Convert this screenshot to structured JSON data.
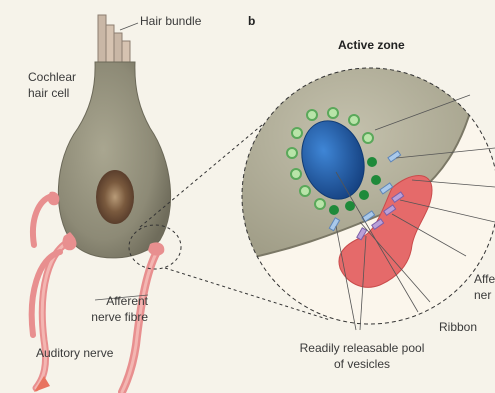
{
  "panel": {
    "letter": "b"
  },
  "labels": {
    "hair_bundle": "Hair bundle",
    "cochlear_hair_cell_line1": "Cochlear",
    "cochlear_hair_cell_line2": "hair cell",
    "active_zone": "Active zone",
    "afferent_nerve_fibre_line1": "Afferent",
    "afferent_nerve_fibre_line2": "nerve fibre",
    "auditory_nerve": "Auditory nerve",
    "ribbon": "Ribbon",
    "rrp_line1": "Readily releasable pool",
    "rrp_line2": "of vesicles",
    "afferent_clipped_line1": "Affe",
    "afferent_clipped_line2": "ner"
  },
  "colors": {
    "background": "#f6f3ea",
    "cell_body": "#8d8a76",
    "nucleus": "#5a3e2c",
    "nerve": "#e88f8f",
    "ribbon": "#1f5aa6",
    "vesicle_light": "#8ed08a",
    "vesicle_dark": "#1f8a3a",
    "channel": "#aac9ea",
    "channel_purple": "#b9a0d8"
  }
}
